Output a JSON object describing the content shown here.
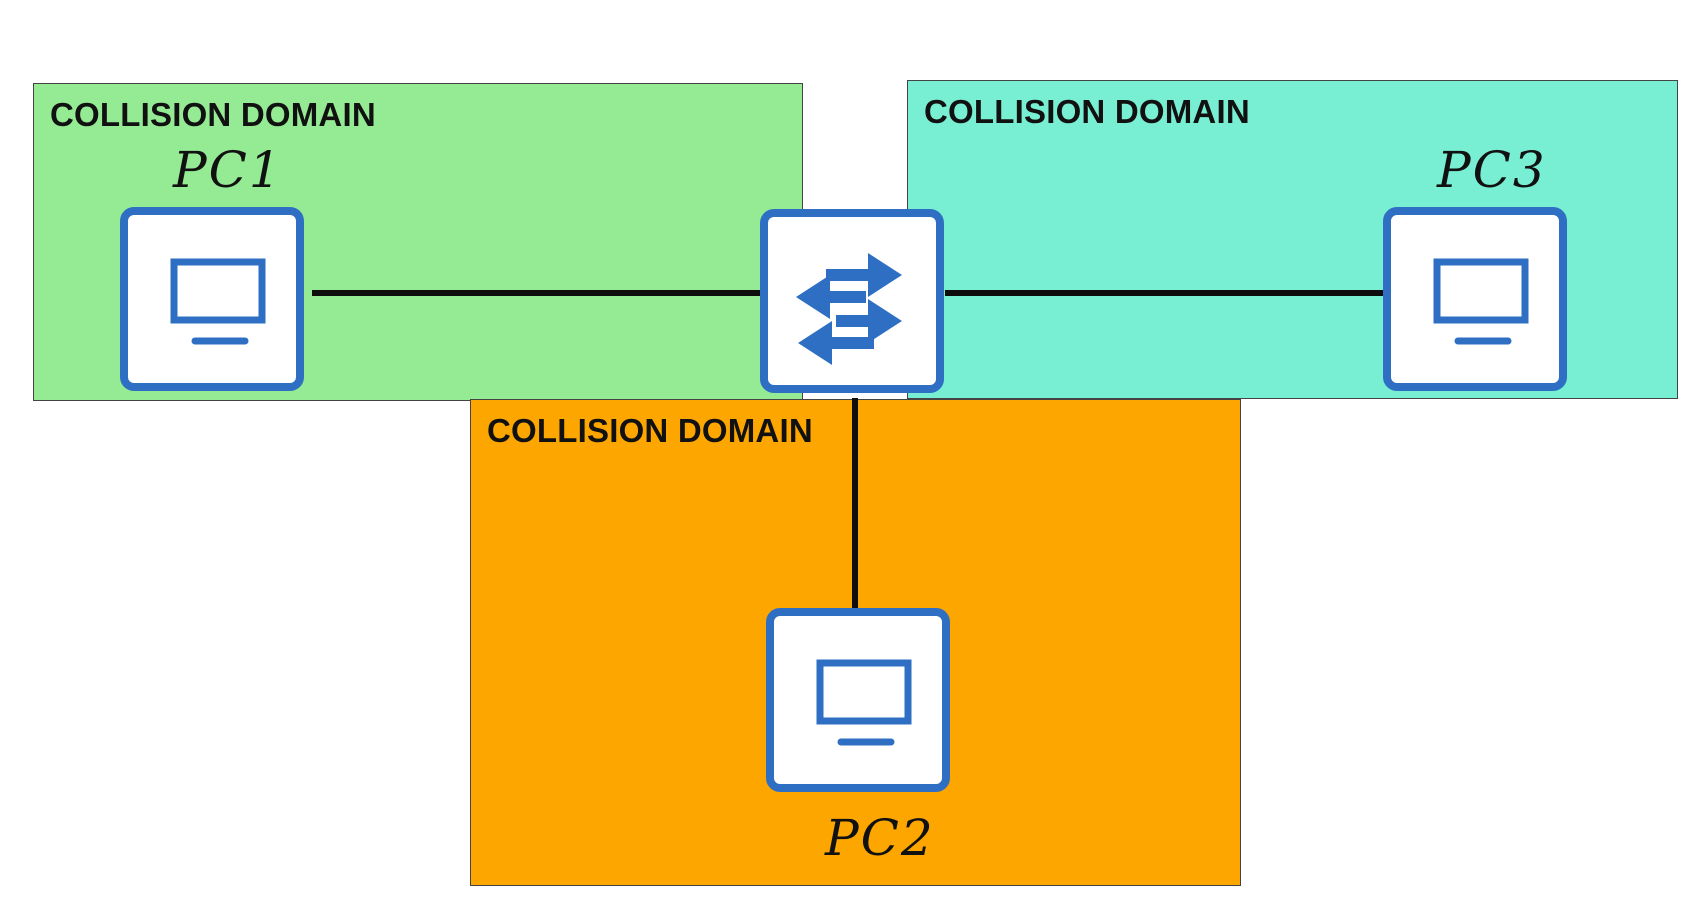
{
  "domains": {
    "left": {
      "label": "COLLISION DOMAIN",
      "color": "#94eb94"
    },
    "right": {
      "label": "COLLISION DOMAIN",
      "color": "#78efd3"
    },
    "bottom": {
      "label": "COLLISION DOMAIN",
      "color": "#fea600"
    }
  },
  "devices": {
    "pc1": {
      "label": "PC1",
      "icon": "monitor-icon"
    },
    "pc2": {
      "label": "PC2",
      "icon": "monitor-icon"
    },
    "pc3": {
      "label": "PC3",
      "icon": "monitor-icon"
    },
    "switch": {
      "icon": "switch-arrows-icon"
    }
  },
  "colors": {
    "device_blue": "#2e6fc4",
    "cable": "#0d0d0d"
  }
}
